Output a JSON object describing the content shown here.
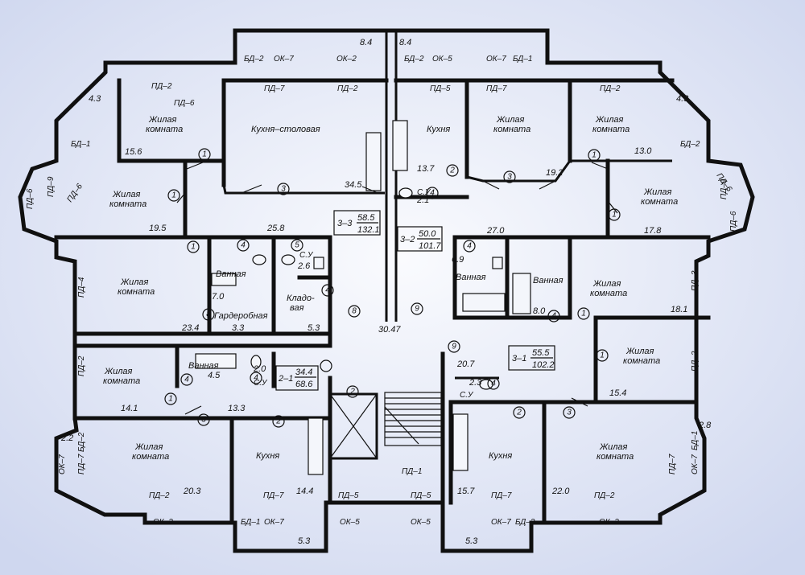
{
  "colors": {
    "background": "#dde3f4",
    "lines": "#101010"
  },
  "rooms": {
    "living_room": "Жилая\nкомната",
    "kitchen_dining": "Кухня–столовая",
    "kitchen": "Кухня",
    "bathroom": "Ванная",
    "storage": "Кладо-\nвая",
    "wardrobe": "Гардеробная",
    "wc": "С.У"
  },
  "apartments": [
    {
      "code": "3–3",
      "living": "58.5",
      "total": "132.1"
    },
    {
      "code": "3–2",
      "living": "50.0",
      "total": "101.7"
    },
    {
      "code": "3–1",
      "living": "55.5",
      "total": "102.2"
    },
    {
      "code": "2–1",
      "living": "34.4",
      "total": "68.6"
    }
  ],
  "areas": [
    "15.6",
    "34.5",
    "13.7",
    "19.2",
    "13.0",
    "19.5",
    "25.8",
    "2.6",
    "2.1",
    "27.0",
    "17.8",
    "7.0",
    "6.9",
    "23.4",
    "3.3",
    "5.3",
    "30.47",
    "8.0",
    "18.1",
    "4.5",
    "2.0",
    "20.7",
    "2.3",
    "15.4",
    "14.1",
    "13.3",
    "20.3",
    "14.4",
    "15.7",
    "22.0"
  ],
  "dims": [
    "8.4",
    "8.4",
    "4.3",
    "4.3",
    "2.2",
    "2.8",
    "5.3",
    "5.3"
  ],
  "marks": [
    "БД–2",
    "ОК–7",
    "ОК–2",
    "БД–2",
    "ОК–5",
    "ОК–7",
    "БД–1",
    "ПД–2",
    "ПД–6",
    "ПД–7",
    "ПД–2",
    "ПД–5",
    "ПД–7",
    "ПД–2",
    "БД–1",
    "БД–2",
    "ПД–9",
    "ПД–6",
    "ПД–9",
    "ПД–6",
    "ПД–4",
    "ПД–3",
    "ПД–2",
    "ПД–2",
    "БД–2",
    "ОК–7",
    "ПД–7",
    "БД–1",
    "ОК–7",
    "ПД–7",
    "ПД–1",
    "ПД–5",
    "ПД–5",
    "ПД–2",
    "ПД–7",
    "ПД–7",
    "ПД–2",
    "БД–1",
    "ОК–7",
    "ОК–5",
    "ОК–5",
    "ОК–7",
    "БД–2",
    "ОК–2",
    "ОК–2",
    "ПД–6",
    "ПД–6"
  ],
  "door_marks": [
    "1",
    "1",
    "1",
    "1",
    "1",
    "1",
    "1",
    "1",
    "1",
    "2",
    "2",
    "2",
    "2",
    "2",
    "3",
    "3",
    "3",
    "3",
    "3",
    "4",
    "4",
    "4",
    "4",
    "4",
    "4",
    "4",
    "4",
    "4",
    "5",
    "5",
    "8",
    "8",
    "9",
    "9"
  ]
}
